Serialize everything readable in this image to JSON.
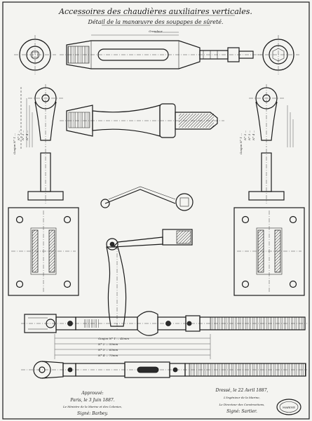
{
  "sheet": {
    "title": "Accessoires des chaudières auxiliaires verticales.",
    "subtitle": "Détail de la manœuvre des soupapes de sûreté.",
    "scale_note": "Grandeur",
    "approval": {
      "line1": "Approuvé:",
      "line2": "Paris, le 3 Juin 1887.",
      "line3": "Le Ministre de la Marine et des Colonies,",
      "line4": "Signé: Barbey."
    },
    "drafting": {
      "line1": "Dressé, le 22 Avril 1887,",
      "line2": "L'Ingénieur de la Marine,",
      "line3": "Le Directeur des Constructions,",
      "line4": "Signé: Sartier."
    },
    "stamp": "MARINE"
  },
  "dimension_labels": {
    "left": [
      "Goujon N° 1 ...",
      "N° 2 ...",
      "N° 3 ...",
      "N° 4 ..."
    ],
    "right": [
      "Goujon N° 1 ...",
      "N° 2 ...",
      "N° 3 ...",
      "N° 4 ..."
    ],
    "bottom": [
      "Goujon N° 1 ... 45mm",
      "N° 2 ... 55mm",
      "N° 3 ... 65mm",
      "N° 4 ... 75mm"
    ]
  }
}
